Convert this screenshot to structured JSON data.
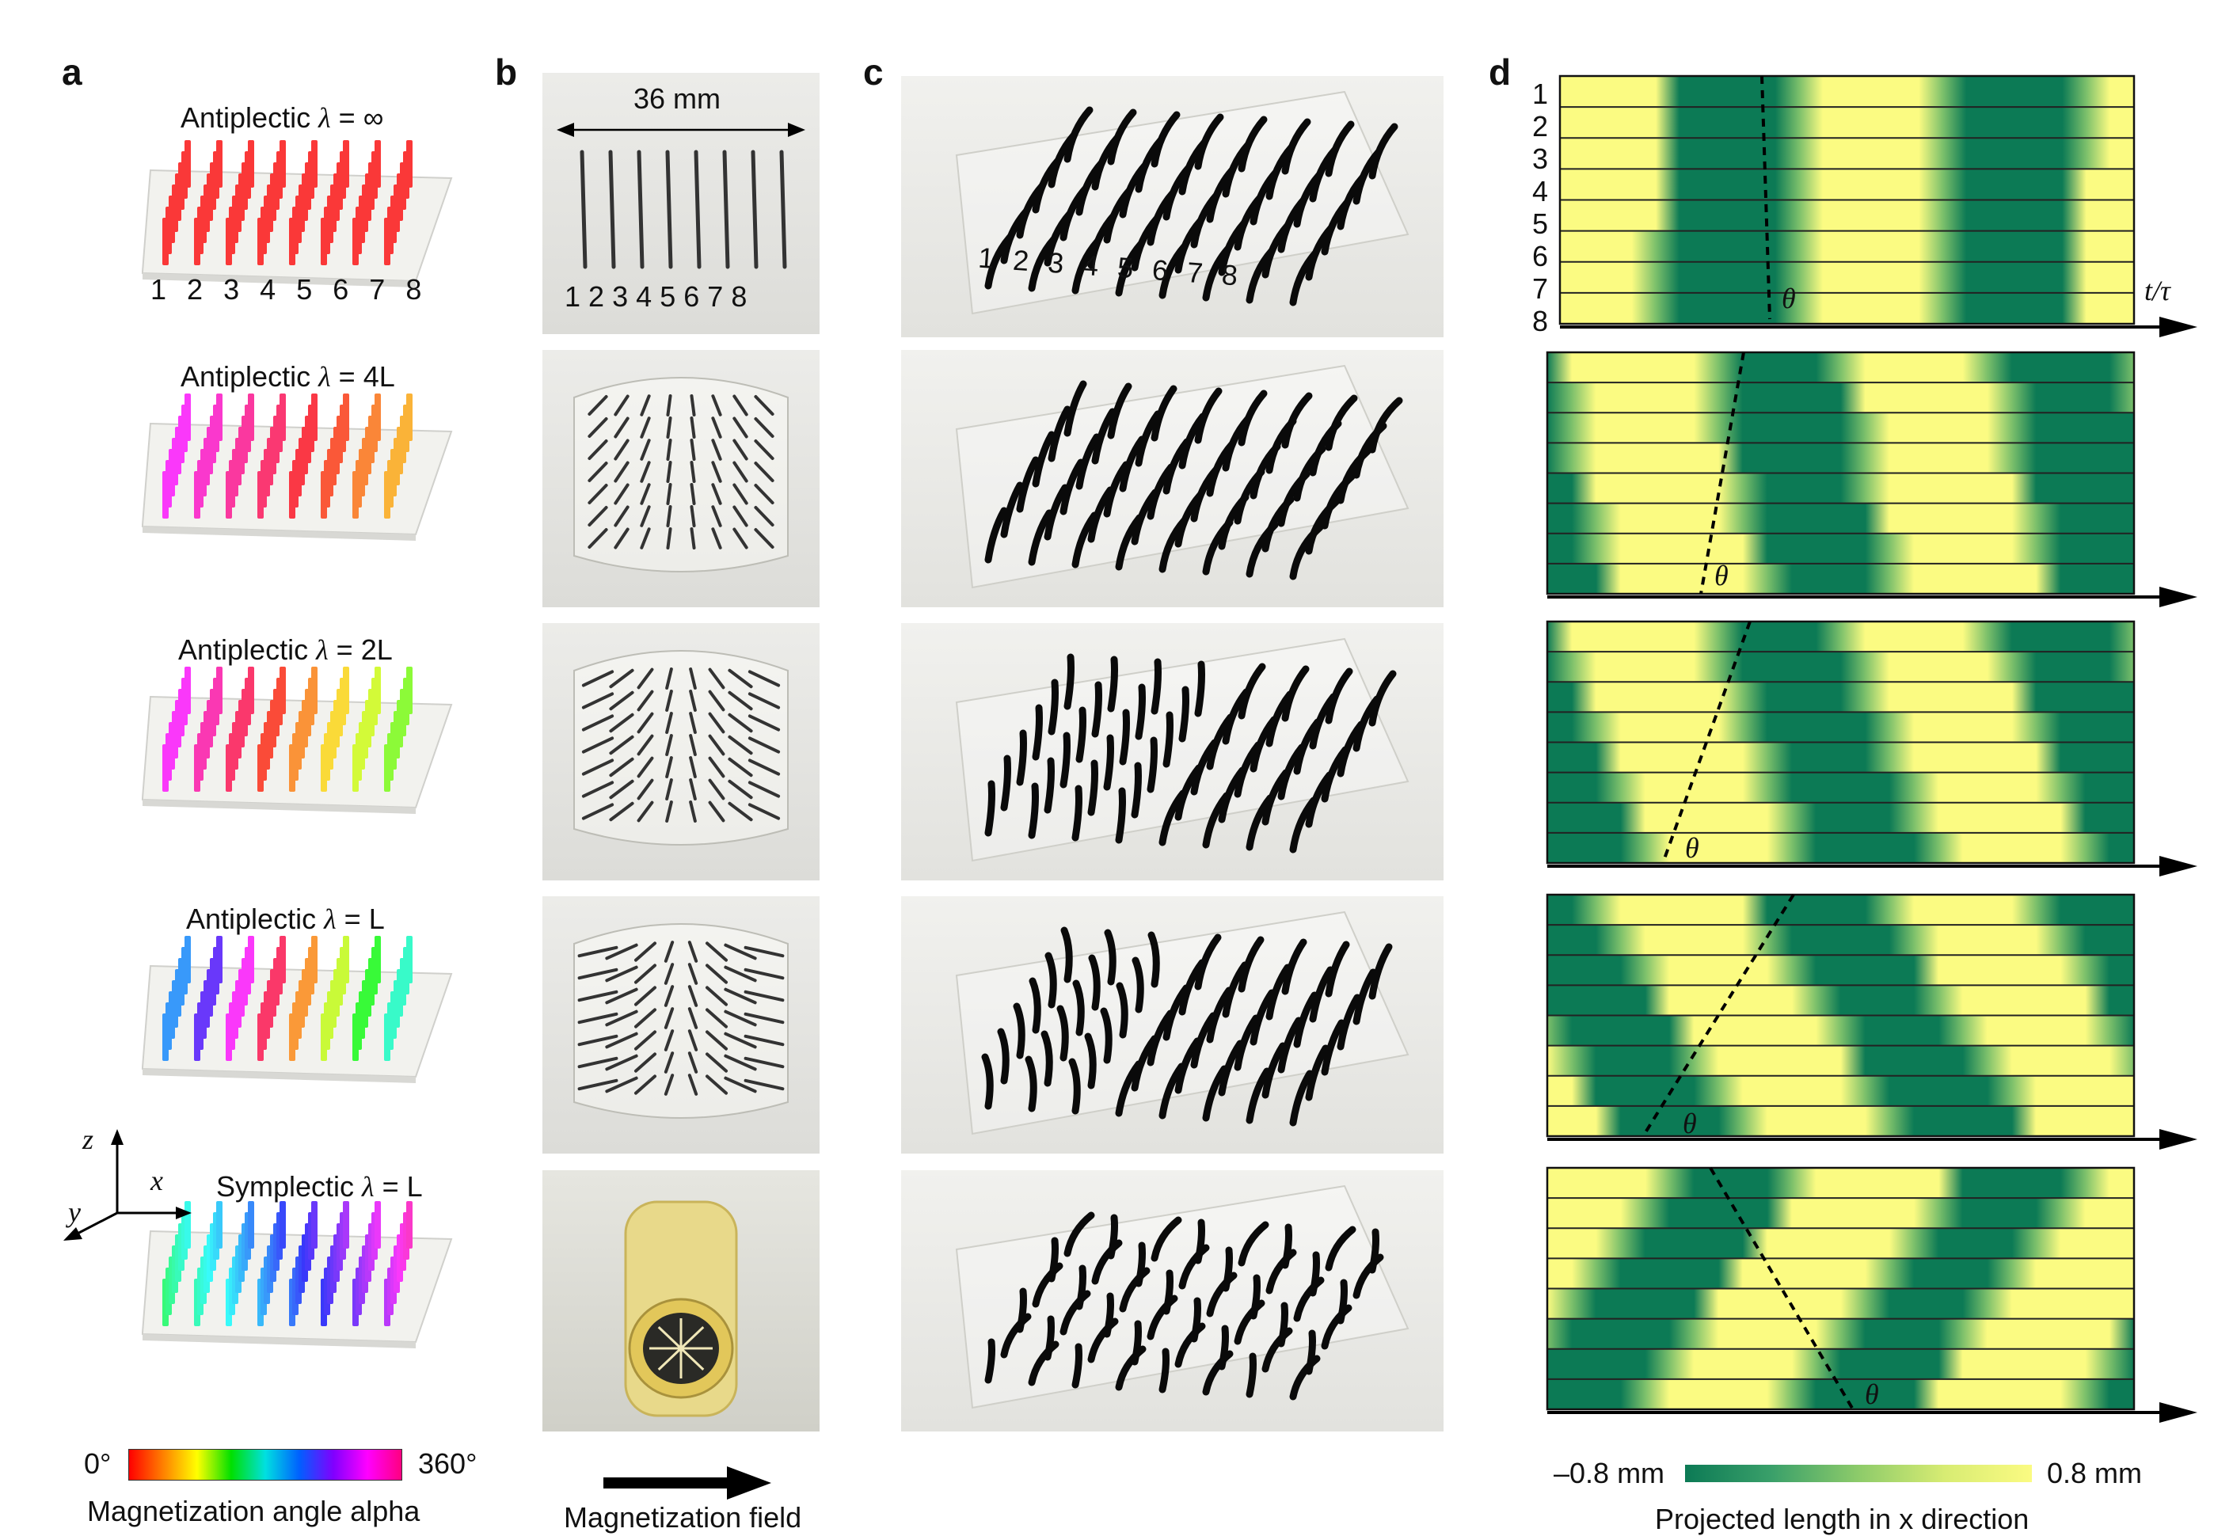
{
  "panels": {
    "a": "a",
    "b": "b",
    "c": "c",
    "d": "d"
  },
  "panel_a": {
    "titles": [
      {
        "prefix": "Antiplectic ",
        "lambda": "λ",
        "eq": " = ",
        "value": "∞"
      },
      {
        "prefix": "Antiplectic ",
        "lambda": "λ",
        "eq": " = ",
        "value": "4L"
      },
      {
        "prefix": "Antiplectic ",
        "lambda": "λ",
        "eq": " = ",
        "value": "2L"
      },
      {
        "prefix": "Antiplectic ",
        "lambda": "λ",
        "eq": " = ",
        "value": "L"
      },
      {
        "prefix": "Symplectic ",
        "lambda": "λ",
        "eq": " = ",
        "value": "L"
      }
    ],
    "column_numbers": [
      "1",
      "2",
      "3",
      "4",
      "5",
      "6",
      "7",
      "8"
    ],
    "axes": {
      "z": "z",
      "x": "x",
      "y": "y"
    },
    "colorbar": {
      "min": "0°",
      "max": "360°",
      "caption": "Magnetization angle alpha"
    }
  },
  "panel_b": {
    "dimension": "36 mm",
    "column_numbers": [
      "1",
      "2",
      "3",
      "4",
      "5",
      "6",
      "7",
      "8"
    ],
    "caption": "Magnetization field"
  },
  "panel_c": {
    "column_numbers": [
      "1",
      "2",
      "3",
      "4",
      "5",
      "6",
      "7",
      "8"
    ]
  },
  "panel_d": {
    "row_numbers": [
      "1",
      "2",
      "3",
      "4",
      "5",
      "6",
      "7",
      "8"
    ],
    "axis_label": "t/τ",
    "angle_label": "θ",
    "colorbar": {
      "min": "–0.8 mm",
      "max": "0.8 mm",
      "caption": "Projected length in x direction"
    },
    "colors": {
      "dark": "#0c7a55",
      "light": "#fbfb82"
    }
  }
}
